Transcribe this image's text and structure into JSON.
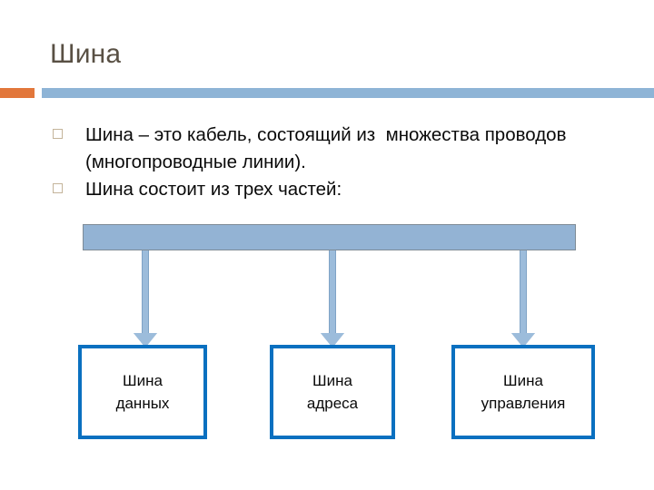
{
  "slide": {
    "title": "Шина",
    "accent_color": "#E2773B",
    "divider_color": "#8EB4D6",
    "title_color": "#595044",
    "background": "#ffffff"
  },
  "body": {
    "bullets": [
      "Шина – это кабель, состоящий из  множества проводов (многопроводные линии).",
      "Шина состоит из трех частей:"
    ]
  },
  "diagram": {
    "bus_bar": {
      "label": "",
      "fill": "#93B3D4",
      "border": "#7E8B96"
    },
    "arrows": [
      {
        "name": "arrow-to-data-bus"
      },
      {
        "name": "arrow-to-address-bus"
      },
      {
        "name": "arrow-to-control-bus"
      }
    ],
    "boxes": [
      {
        "line1": "Шина",
        "line2": "данных",
        "border": "#0A70C0"
      },
      {
        "line1": "Шина",
        "line2": "адреса",
        "border": "#0A70C0"
      },
      {
        "line1": "Шина",
        "line2": "управления",
        "border": "#0A70C0"
      }
    ]
  }
}
